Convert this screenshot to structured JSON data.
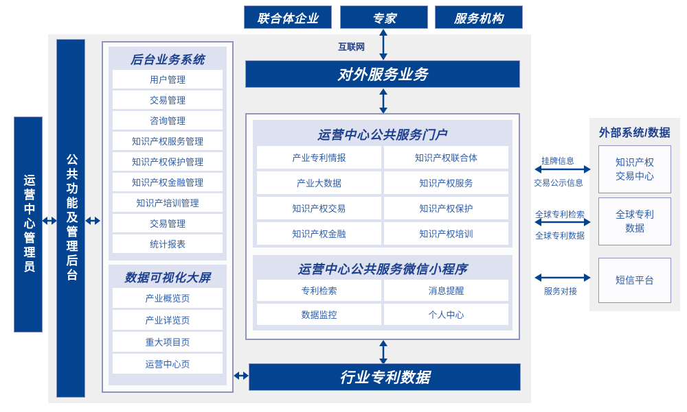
{
  "colors": {
    "deep_blue": "#04438f",
    "panel_lavender": "#dee1ef",
    "outer_gray": "#efefef",
    "border_purple": "#8e93c0",
    "label_blue": "#2d5ca8"
  },
  "top_actors": [
    {
      "label": "联合体企业"
    },
    {
      "label": "专家"
    },
    {
      "label": "服务机构"
    }
  ],
  "network_label": "互联网",
  "external_service_bar": {
    "label": "对外服务业务"
  },
  "bottom_bar": {
    "label": "行业专利数据"
  },
  "left_bars": [
    {
      "label": "运营中心管理员"
    },
    {
      "label": "公共功能及管理后台"
    }
  ],
  "backend_panel": {
    "title": "后台业务系统",
    "items": [
      "用户管理",
      "交易管理",
      "咨询管理",
      "知识产权服务管理",
      "知识产权保护管理",
      "知识产权金融管理",
      "知识产培训管理",
      "交易管理",
      "统计报表"
    ]
  },
  "visualization_panel": {
    "title": "数据可视化大屏",
    "items": [
      "产业概览页",
      "产业详览页",
      "重大项目页",
      "运营中心页"
    ]
  },
  "portal_panel": {
    "title": "运营中心公共服务门户",
    "items": [
      "产业专利情报",
      "知识产权联合体",
      "产业大数据",
      "知识产权服务",
      "知识产权交易",
      "知识产权保护",
      "知识产权金融",
      "知识产权培训"
    ]
  },
  "miniprogram_panel": {
    "title": "运营中心公共服务微信小程序",
    "items": [
      "专利检索",
      "消息提醒",
      "数据监控",
      "个人中心"
    ]
  },
  "external_panel": {
    "title": "外部系统/数据",
    "boxes": [
      {
        "label": "知识产权\n交易中心"
      },
      {
        "label": "全球专利\n数据"
      },
      {
        "label": "短信平台"
      }
    ],
    "connectors": [
      {
        "above": "挂牌信息",
        "below": "交易公示信息"
      },
      {
        "above": "全球专利检索",
        "below": "全球专利数据"
      },
      {
        "above": "",
        "below": "服务对接"
      }
    ]
  }
}
